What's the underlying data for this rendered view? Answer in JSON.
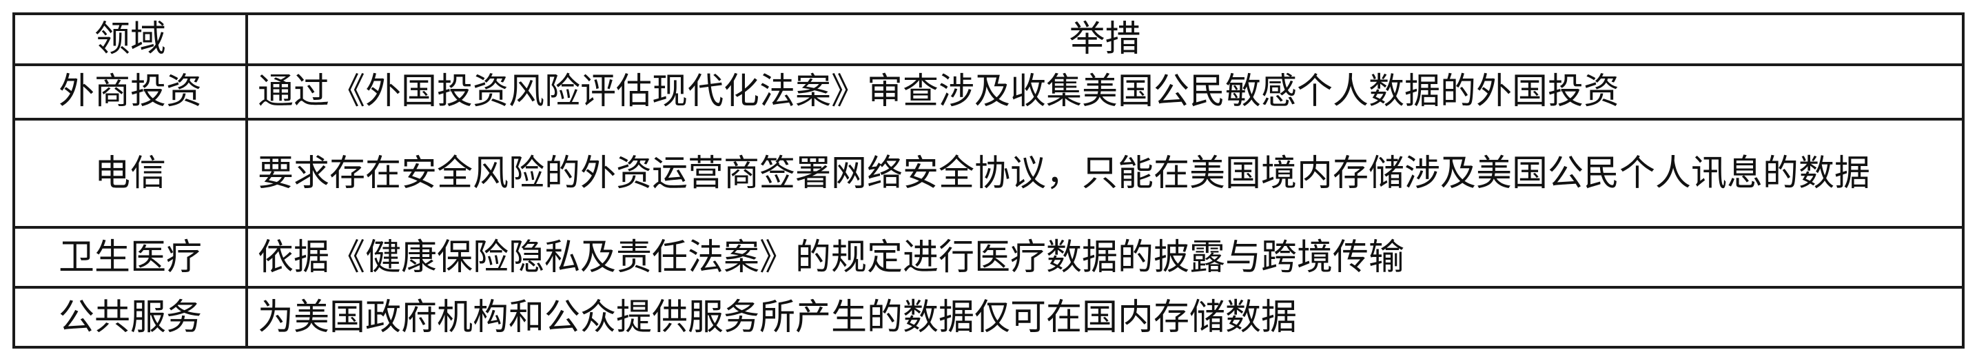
{
  "table": {
    "headers": {
      "domain": "领域",
      "measure": "举措"
    },
    "rows": [
      {
        "domain": "外商投资",
        "measure": "通过《外国投资风险评估现代化法案》审查涉及收集美国公民敏感个人数据的外国投资"
      },
      {
        "domain": "电信",
        "measure": "要求存在安全风险的外资运营商签署网络安全协议，只能在美国境内存储涉及美国公民个人讯息的数据"
      },
      {
        "domain": "卫生医疗",
        "measure": "依据《健康保险隐私及责任法案》的规定进行医疗数据的披露与跨境传输"
      },
      {
        "domain": "公共服务",
        "measure": "为美国政府机构和公众提供服务所产生的数据仅可在国内存储数据"
      }
    ]
  }
}
